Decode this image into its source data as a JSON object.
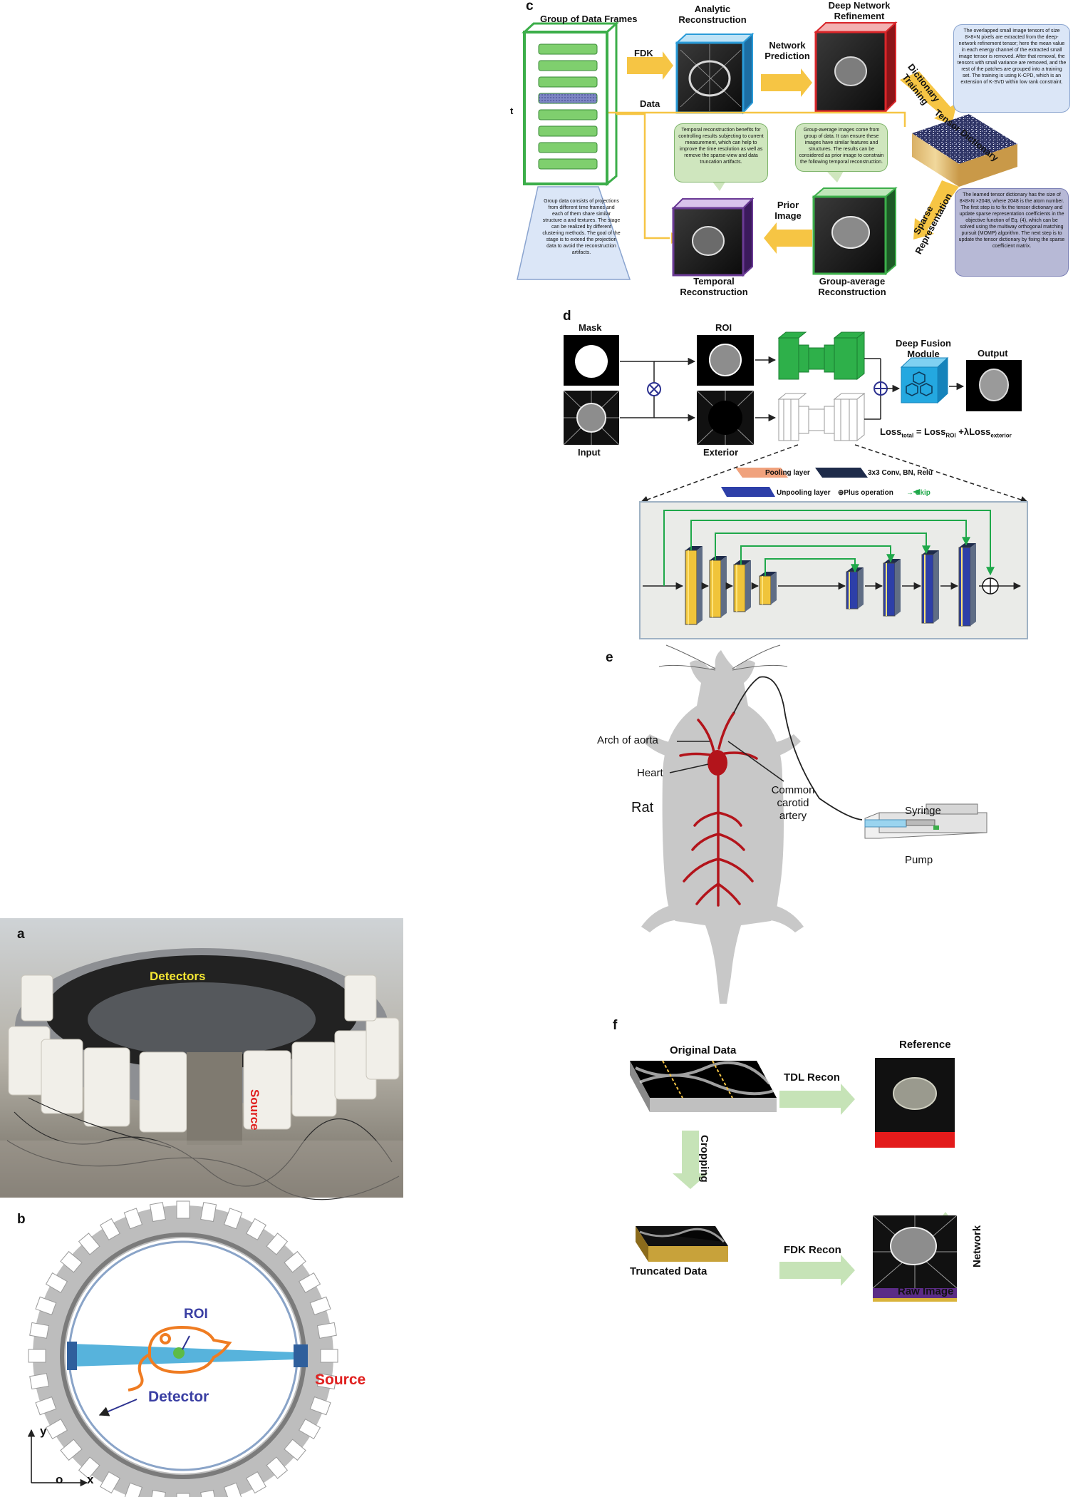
{
  "panel_a": {
    "letter": "a",
    "detectors": "Detectors",
    "source": "Source"
  },
  "panel_b": {
    "letter": "b",
    "roi": "ROI",
    "source": "Source",
    "detector": "Detector",
    "axis_y": "y",
    "axis_o": "o",
    "axis_x": "x"
  },
  "panel_c": {
    "letter": "c",
    "group_frames": "Group of Data Frames",
    "analytic_recon": "Analytic\nReconstruction",
    "deep_refine": "Deep Network\nRefinement",
    "fdk": "FDK",
    "network_prediction": "Network\nPrediction",
    "data": "Data",
    "t_marker": "t",
    "dictionary_training": "Dictionary\nTraining",
    "tensor_dictionary": "Tensor Dictionary",
    "sparse_representation": "Sparse\nRepresentation",
    "prior_image": "Prior\nImage",
    "temporal_recon": "Temporal\nReconstruction",
    "group_avg_recon": "Group-average\nReconstruction",
    "note_group": "Group data consists of projections from different time frames and each of them share similar structure a and textures. The stage can be realized by different clustering methods. The goal of the stage is to extend the projection data to avoid the reconstruction artifacts.",
    "note_dictionary": "The overlapped small image tensors of size 8×8×N pixels are extracted from the deep-network refinement tensor; here the mean value in each energy channel of the extracted small image tensor is removed. After that removal, the tensors with small variance are removed, and the rest of the patches are grouped into a training set. The training is using K-CPD, which is an extension of K-SVD within low rank constraint.",
    "note_temporal": "Temporal reconstruction benefits for controlling results subjecting to current measurement, which can help to improve the time resolution as well as remove the sparse-view and data truncation artifacts.",
    "note_groupavg": "Group-average images come from group of data. It can ensure these images have similar features and structures. The results can be considered as prior image to constrain the following temporal reconstruction.",
    "note_sparse": "The learned tensor dictionary has the size of 8×8×N ×2048, where 2048 is the atom number. The first step is to fix the tensor dictionary and update sparse representation coefficients in the objective function of Eq. (4), which can be solved using the multiway orthogonal matching pursuit (MOMP) algorithm. The next step is to update the tensor dictionary by fixing the sparse coefficient matrix."
  },
  "panel_d": {
    "letter": "d",
    "mask": "Mask",
    "roi": "ROI",
    "input": "Input",
    "exterior": "Exterior",
    "fusion": "Deep Fusion\nModule",
    "output": "Output",
    "loss_a": "Loss",
    "loss_a_sub": "total",
    "loss_b": " = Loss",
    "loss_b_sub": "ROI",
    "loss_c": " +λLoss",
    "loss_c_sub": "exterior",
    "legend_pooling": "Pooling layer",
    "legend_conv": "3x3 Conv, BN, Relu",
    "legend_unpooling": "Unpooling layer",
    "legend_plus": "⊕Plus operation",
    "legend_skip": "→ Skip"
  },
  "panel_e": {
    "letter": "e",
    "arch": "Arch of aorta",
    "heart": "Heart",
    "rat": "Rat",
    "carotid": "Common\ncarotid\nartery",
    "syringe": "Syringe",
    "pump": "Pump"
  },
  "panel_f": {
    "letter": "f",
    "original": "Original Data",
    "tdl_recon": "TDL Recon",
    "reference": "Reference",
    "cropping": "Cropping",
    "network": "Network",
    "fdk_recon": "FDK Recon",
    "truncated": "Truncated Data",
    "raw_image": "Raw Image"
  },
  "colors": {
    "arrow_yellow": "#f6c544",
    "green_frame": "#3cae4a",
    "blue_frame": "#2a9bd8",
    "red_frame": "#d9262a",
    "purple_frame": "#6a3a95",
    "bubble_blue": "#dbe6f7",
    "bubble_green": "#cfe6be",
    "bubble_gray": "#b7b9d6",
    "net_green": "#2eb04a",
    "fusion_blue": "#24a8e0",
    "arrow_green": "#c6e3b7",
    "source_red": "#e0201f",
    "detector_blue": "#3a3fa3",
    "vessel_red": "#b3141b"
  }
}
